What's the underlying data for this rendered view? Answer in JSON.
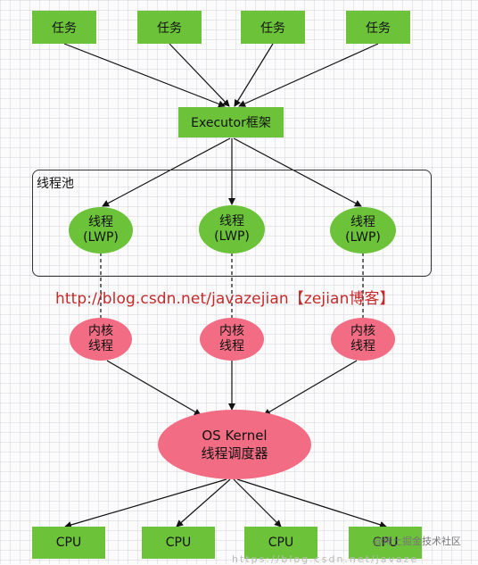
{
  "tasks": [
    "任务",
    "任务",
    "任务",
    "任务"
  ],
  "executor": "Executor框架",
  "pool_label": "线程池",
  "lwp": [
    {
      "line1": "线程",
      "line2": "(LWP)"
    },
    {
      "line1": "线程",
      "line2": "(LWP)"
    },
    {
      "line1": "线程",
      "line2": "(LWP)"
    }
  ],
  "url_text": "http://blog.csdn.net/javazejian【zejian博客】",
  "kernel_threads": [
    {
      "line1": "内核",
      "line2": "线程"
    },
    {
      "line1": "内核",
      "line2": "线程"
    },
    {
      "line1": "内核",
      "line2": "线程"
    }
  ],
  "kernel": {
    "line1": "OS Kernel",
    "line2": "线程调度器"
  },
  "cpus": [
    "CPU",
    "CPU",
    "CPU",
    "CPU"
  ],
  "watermark": "@稀土掘金技术社区",
  "watermark_bottom": "https://blog.csdn.net/javaze",
  "colors": {
    "green": "#6cc33a",
    "pink": "#f26d84",
    "url": "#c52a2a"
  }
}
